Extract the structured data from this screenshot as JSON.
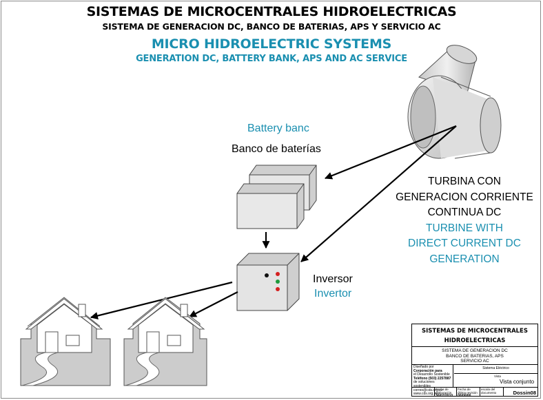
{
  "title_es": "SISTEMAS DE MICROCENTRALES HIDROELECTRICAS",
  "subtitle_es": "SISTEMA DE GENERACION DC, BANCO DE BATERIAS, APS Y SERVICIO AC",
  "title_en": "MICRO HIDROELECTRIC SYSTEMS",
  "subtitle_en": "GENERATION DC, BATTERY BANK, APS AND AC SERVICE",
  "battery": {
    "label_en": "Battery banc",
    "label_es": "Banco de baterías"
  },
  "inverter": {
    "label_es": "Inversor",
    "label_en": "Invertor"
  },
  "turbine": {
    "lines_es": [
      "TURBINA CON",
      "GENERACION CORRIENTE",
      "CONTINUA DC"
    ],
    "lines_en": [
      "TURBINE WITH",
      "DIRECT CURRENT DC",
      "GENERATION"
    ]
  },
  "colors": {
    "accent": "#1a8fb0",
    "component_fill": "#e4e4e4",
    "ground_fill": "#c8c8c8",
    "led_red": "#d42020",
    "led_green": "#1e9a3c"
  },
  "title_block": {
    "title_lines": [
      "SISTEMAS DE MICROCENTRALES",
      "HIDROELECTRICAS"
    ],
    "subtitle_lines": [
      "SISTEMA DE GENERACION DC",
      "BANCO DE BATERIAS, APS",
      "SERVICIO AC"
    ],
    "company_lines": [
      "Diseñado por",
      "Corporación para",
      "el Desarrollo Sostenible",
      "Teléfono (503) 2257887",
      "de soluciones sostenibles",
      "correo@cds.org.sv",
      "www.cds.org.sv"
    ],
    "system_label": "Sistema Eléctrico",
    "view_small": "Vista",
    "view_label": "Vista conjunto",
    "bottom_cells": [
      {
        "label": "Fecha de elaboración",
        "value": "30/07/2010"
      },
      {
        "label": "Fecha de última revisión",
        "value": "00/00/00"
      },
      {
        "label": "escala del documento",
        "value": ""
      }
    ],
    "sheet": "Dossin08"
  }
}
